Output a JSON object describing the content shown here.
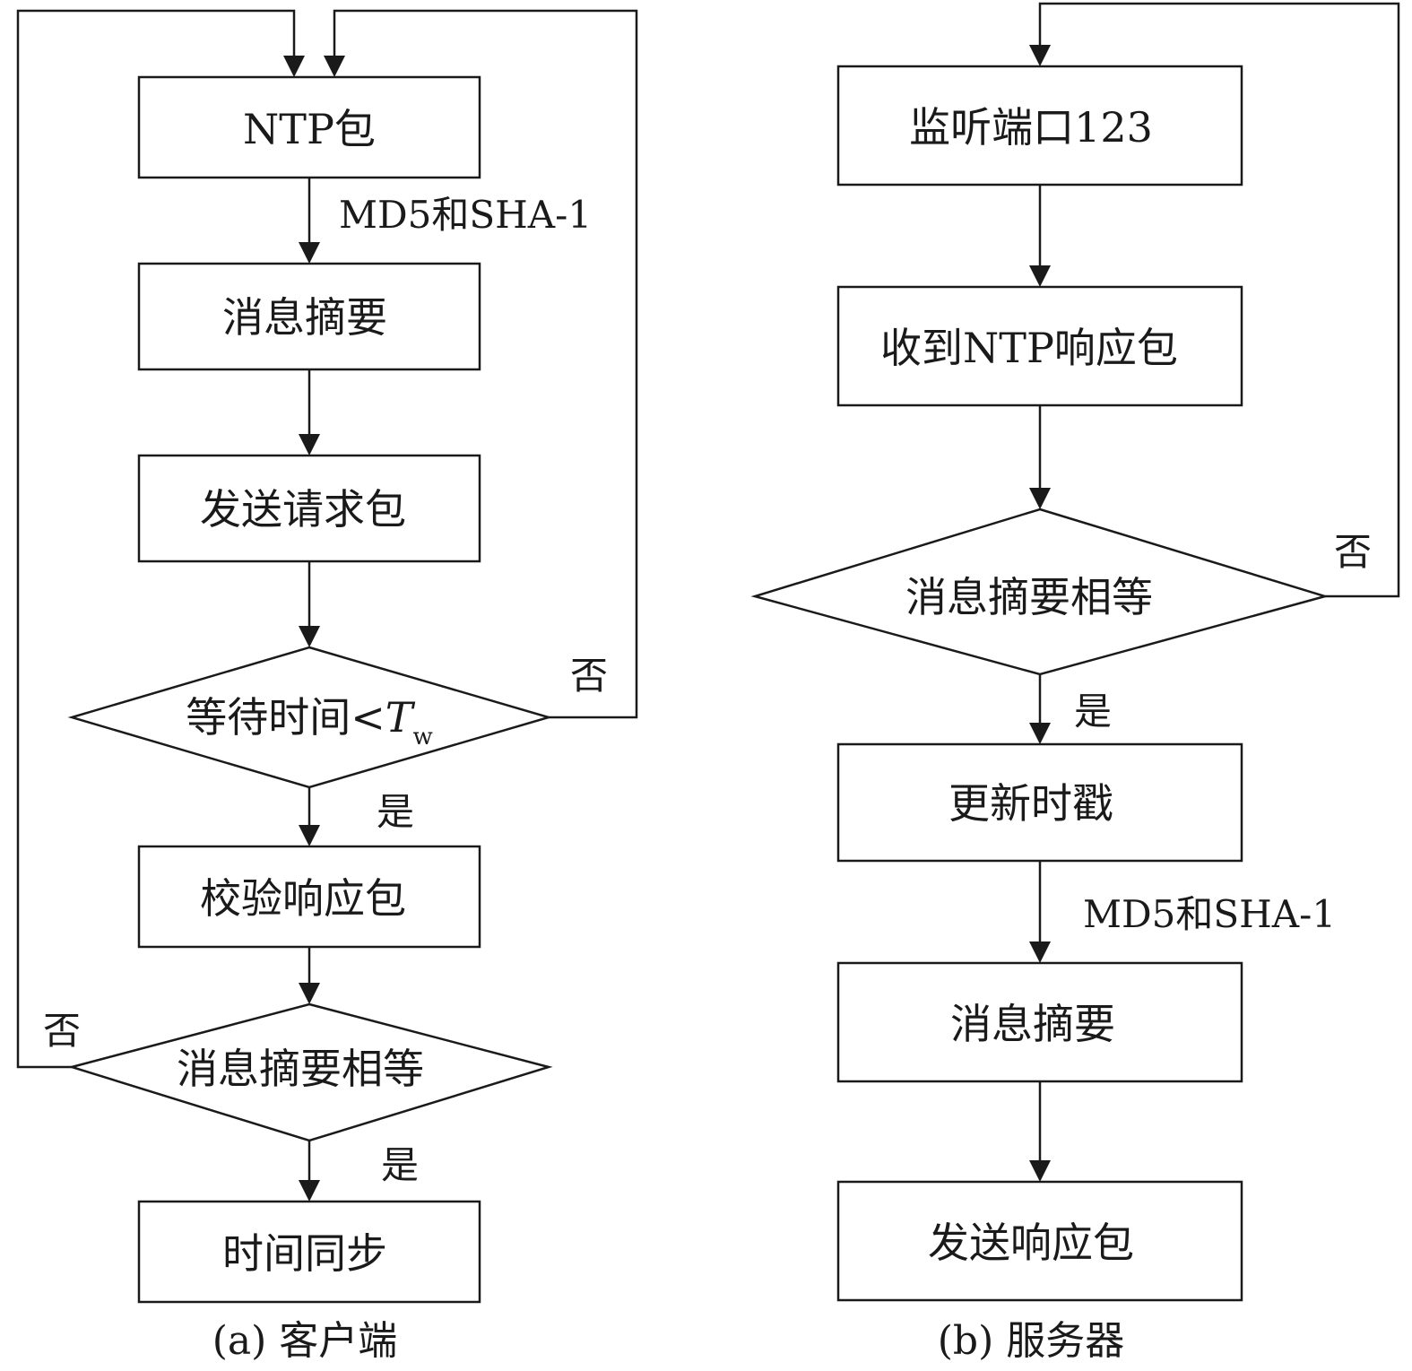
{
  "client": {
    "ntp_packet": "NTP包",
    "hash_algos": "MD5和SHA-1",
    "digest": "消息摘要",
    "send_request": "发送请求包",
    "wait_time_prefix": "等待时间<",
    "wait_time_var": "T",
    "wait_time_sub": "w",
    "no_label_wait": "否",
    "yes_label_wait": "是",
    "verify_response": "校验响应包",
    "digest_equal": "消息摘要相等",
    "no_label_digest": "否",
    "yes_label_digest": "是",
    "time_sync": "时间同步",
    "caption": "(a) 客户端"
  },
  "server": {
    "listen_port": "监听端口123",
    "receive_packet": "收到NTP响应包",
    "digest_equal": "消息摘要相等",
    "no_label": "否",
    "yes_label": "是",
    "update_timestamp": "更新时戳",
    "hash_algos": "MD5和SHA-1",
    "digest": "消息摘要",
    "send_response": "发送响应包",
    "caption": "(b) 服务器"
  }
}
